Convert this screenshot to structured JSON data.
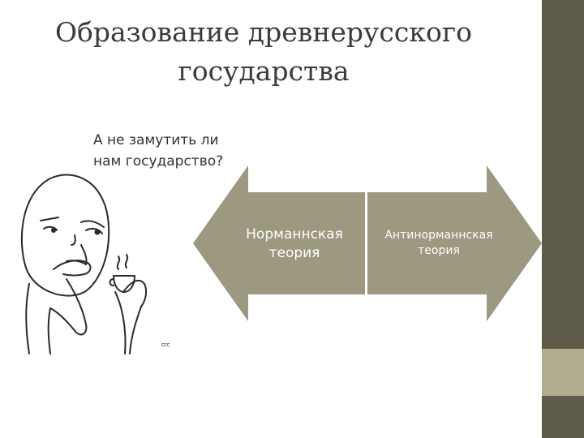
{
  "slide": {
    "title_line1": "Образование древнерусского",
    "title_line2": "государства",
    "bubble_line1": "А не замутить ли",
    "bubble_line2": "нам государство?",
    "left_arrow_line1": "Норманнская",
    "left_arrow_line2": "теория",
    "right_arrow_line1": "Антинорманнская",
    "right_arrow_line2": "теория",
    "signature": "ꞇꞇꞇ"
  },
  "colors": {
    "arrow_fill": "#9d9880",
    "sidebar_dark": "#5e5b4b",
    "sidebar_light": "#b2ad8f"
  }
}
